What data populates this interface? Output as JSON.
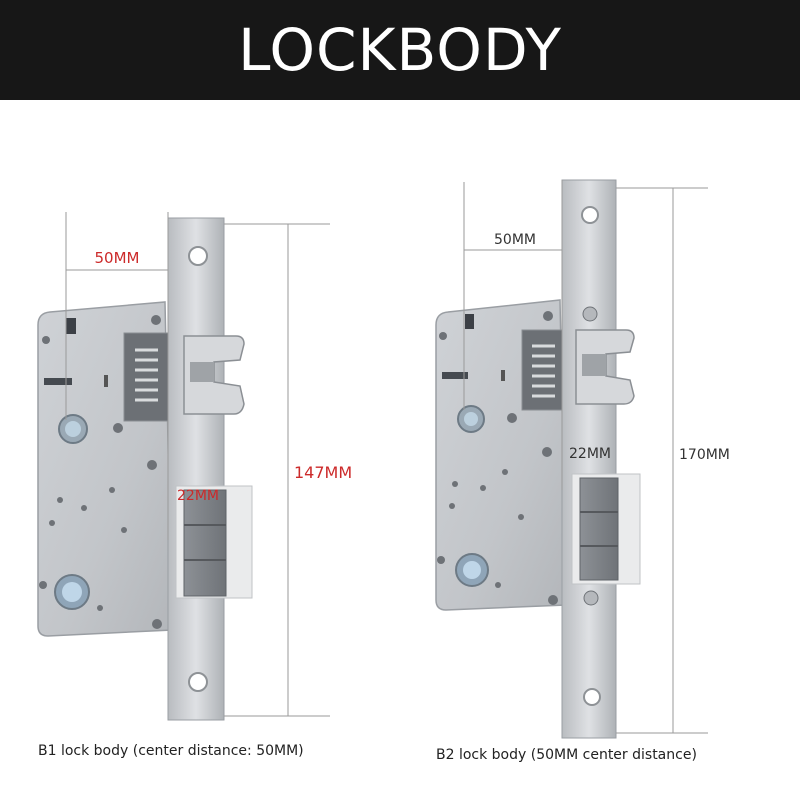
{
  "header": {
    "title": "LOCKBODY"
  },
  "lock_b1": {
    "center_distance_label": "50MM",
    "latch_offset_label": "22MM",
    "height_label": "147MM",
    "caption": "B1 lock body (center distance: 50MM)"
  },
  "lock_b2": {
    "center_distance_label": "50MM",
    "latch_offset_label": "22MM",
    "height_label": "170MM",
    "caption": "B2 lock body (50MM center distance)"
  },
  "colors": {
    "header_bg": "#171717",
    "steel": "#c9ccd0",
    "steel_dark": "#8e9296",
    "dimension_line": "#9a9a9a",
    "label_red": "#cc2a2a",
    "label_dark": "#333333"
  }
}
